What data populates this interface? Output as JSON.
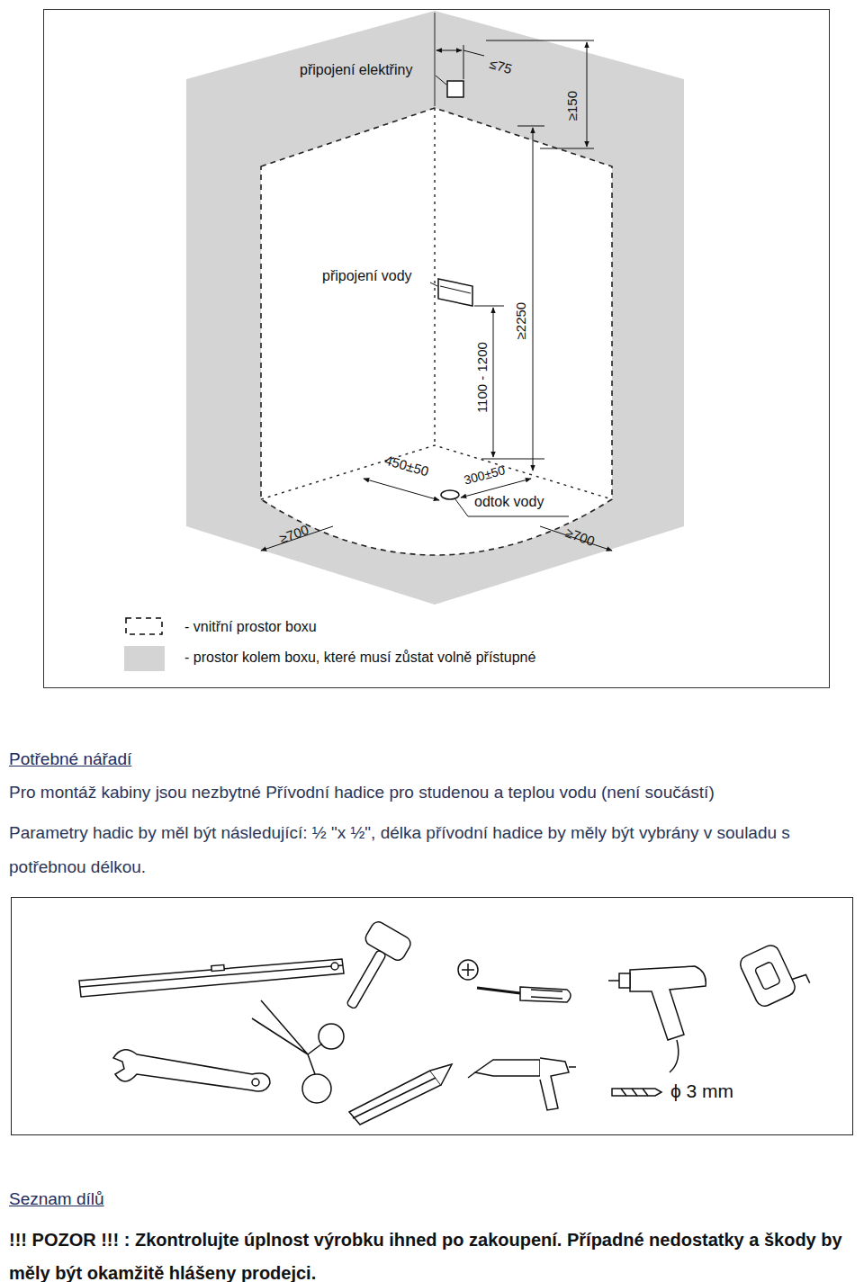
{
  "diagram": {
    "labels": [
      "připojení elektřiny",
      "≤75",
      "≥150",
      "připojení vody",
      "≥2250",
      "1100 - 1200",
      "450±50",
      "300±50",
      "odtok vody",
      "≥700",
      "≥700",
      "Potřebné nářadí",
      "Pro montáž kabiny jsou nezbytné Přívodní hadice pro studenou a teplou vodu (není součástí)",
      "Parametry hadic by měl být následující: ½ \"x ½\", délka přívodní hadice by měly být vybrány v souladu s potřebnou délkou.",
      "ϕ 3 mm",
      "Seznam dílů",
      "!!! POZOR !!! : Zkontrolujte úplnost výrobku ihned po zakoupení. Případné nedostatky a škody by měly být okamžitě hlášeny prodejci."
    ],
    "legend": [
      {
        "text": "- vnitřní prostor boxu"
      },
      {
        "text": "- prostor kolem boxu, které musí zůstat volně přístupné",
        "color": "#d4d4d4"
      }
    ]
  }
}
